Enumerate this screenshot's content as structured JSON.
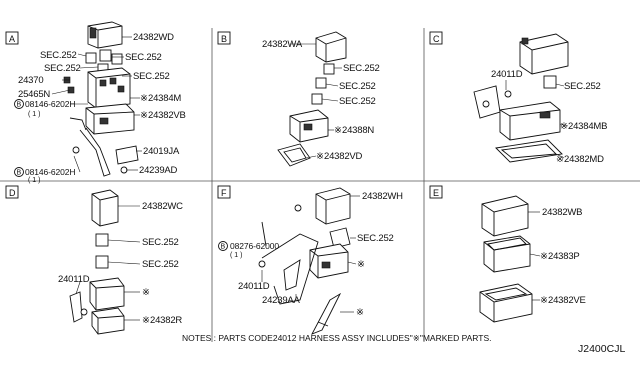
{
  "panels": [
    {
      "id": "A",
      "labels": {
        "p1": "24382WD",
        "s1": "SEC.252",
        "s2": "SEC.252",
        "s3": "SEC.252",
        "s4": "SEC.252",
        "p2": "24370",
        "p3": "25465N",
        "b1": "08146-6202H",
        "b1q": "( 1 )",
        "p4": "24384M",
        "p5": "24382VB",
        "p6": "24019JA",
        "b2": "08146-6202H",
        "b2q": "( 1 )",
        "p7": "24239AD"
      }
    },
    {
      "id": "B",
      "labels": {
        "p1": "24382WA",
        "s1": "SEC.252",
        "s2": "SEC.252",
        "s3": "SEC.252",
        "p2": "24388N",
        "p3": "24382VD"
      }
    },
    {
      "id": "C",
      "labels": {
        "p1": "24011D",
        "s1": "SEC.252",
        "p2": "24384MB",
        "p3": "24382MD"
      }
    },
    {
      "id": "D",
      "labels": {
        "p1": "24382WC",
        "s1": "SEC.252",
        "s2": "SEC.252",
        "p2": "24011D",
        "p3": "24382R"
      }
    },
    {
      "id": "F",
      "labels": {
        "p1": "24382WH",
        "b1": "08276-62000",
        "b1q": "( 1 )",
        "s1": "SEC.252",
        "p2": "24011D",
        "p3": "24239AA"
      }
    },
    {
      "id": "E",
      "labels": {
        "p1": "24382WB",
        "p2": "24383P",
        "p3": "24382VE"
      }
    }
  ],
  "bolt_letter": "B",
  "star": "※",
  "note": "NOTES : PARTS CODE24012 HARNESS ASSY INCLUDES\"※\"MARKED PARTS.",
  "diagram_code": "J2400CJL"
}
